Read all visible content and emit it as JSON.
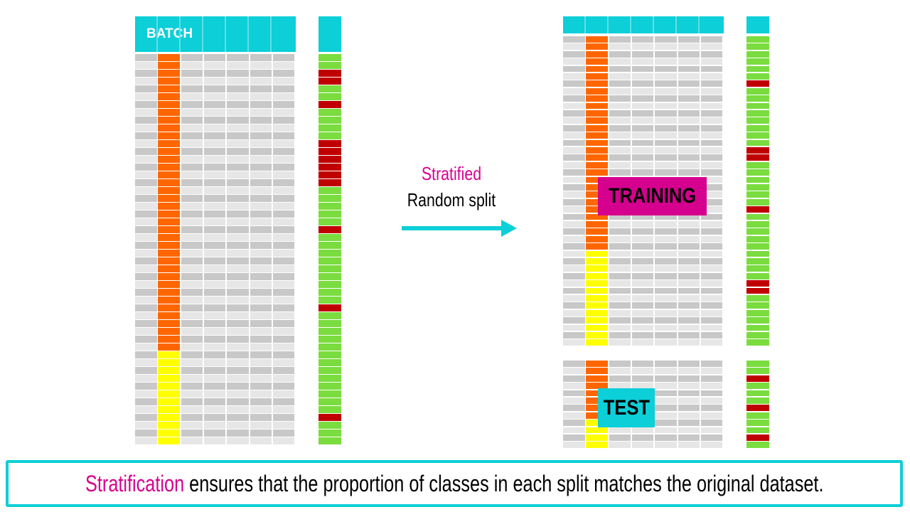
{
  "colors": {
    "header": "#0ccfd8",
    "feature_a": "#ff6600",
    "feature_b": "#ffff00",
    "class_pos": "#7adc3e",
    "class_neg": "#c00000",
    "row_dark": "#c8c8c8",
    "row_light": "#e6e6e6",
    "accent": "#d6008f"
  },
  "batch": {
    "title": "BATCH",
    "feature": "oooooooooooooooooooooooooooooooooooooouuuuuuuuuuuu",
    "labels": "ggrrggrggggrrrrrrgggggrgggggggggrgggggggggggggrggg"
  },
  "arrow": {
    "line1": "Stratified",
    "line2": "Random split"
  },
  "training": {
    "title": "TRAINING",
    "feature": "ooooooooooooooooooooooooooooouuuuuuuuuuuuu",
    "labels": "ggggggrggggggggrrggggggrgggggggggrrggggggg"
  },
  "test": {
    "title": "TEST",
    "feature": "oooooooouuuu",
    "labels": "ggrgggrgggrg"
  },
  "footer": {
    "highlight": "Stratification",
    "rest": " ensures that the proportion of classes in each split matches the original dataset."
  }
}
